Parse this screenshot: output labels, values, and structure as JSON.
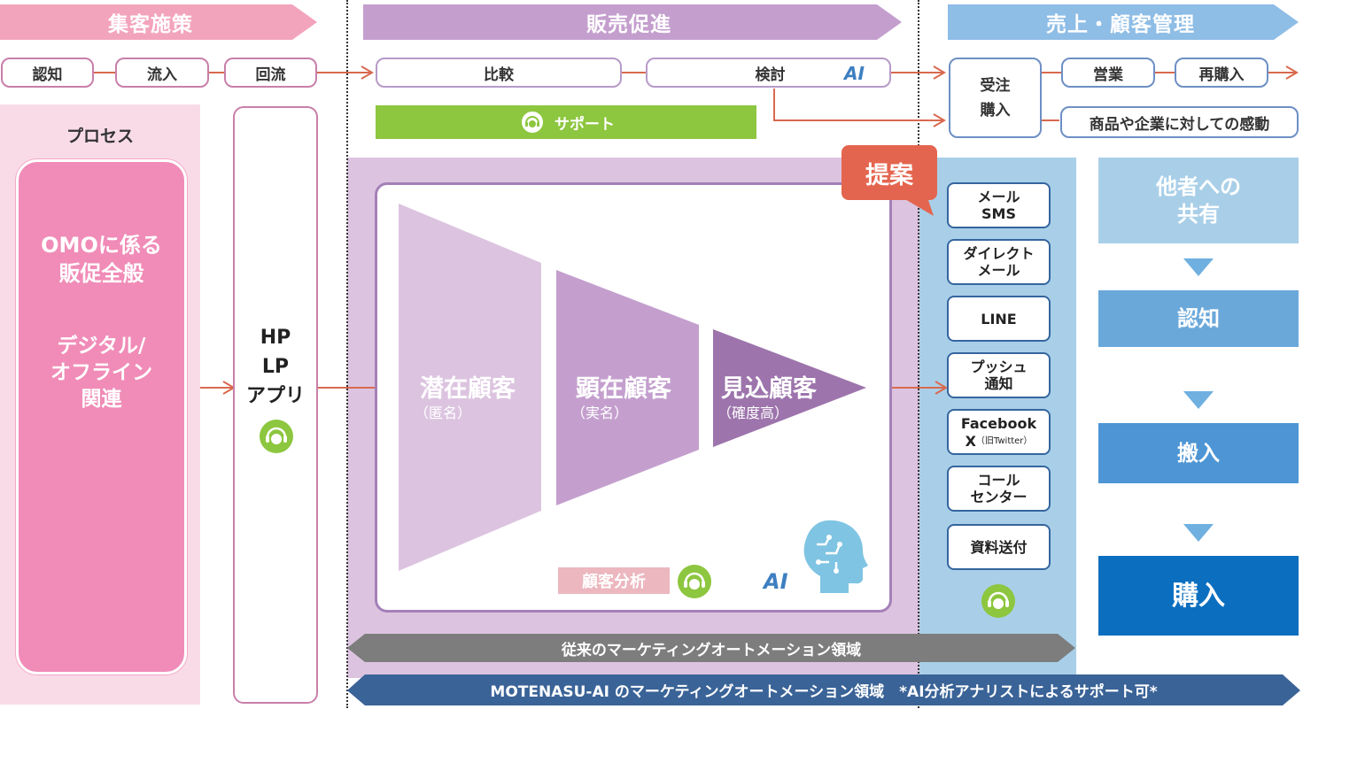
{
  "header": {
    "phase1": "集客施策",
    "phase2": "販売促進",
    "phase3": "売上・顧客管理"
  },
  "stages": {
    "ninchi": "認知",
    "ryunyu": "流入",
    "kairyu": "回流",
    "hikaku": "比較",
    "kento": "検討",
    "juchu": "受注\n購入",
    "eigyo": "営業",
    "saikonyu": "再購入",
    "kando": "商品や企業に対しての感動"
  },
  "ai_label": "AI",
  "support_bar": "サポート",
  "process": {
    "title": "プロセス",
    "line1": "OMOに係る\n販促全般",
    "line2": "デジタル/\nオフライン\n関連"
  },
  "hp_box": "HP\nLP\nアプリ",
  "proposal": "提案",
  "funnel": [
    {
      "main": "潜在顧客",
      "sub": "（匿名）"
    },
    {
      "main": "顕在顧客",
      "sub": "（実名）"
    },
    {
      "main": "見込顧客",
      "sub": "（確度高）"
    }
  ],
  "analysis_label": "顧客分析",
  "channels": [
    "メール\nSMS",
    "ダイレクト\nメール",
    "LINE",
    "プッシュ\n通知",
    "Facebook",
    "コール\nセンター",
    "資料送付"
  ],
  "channel_x": "X",
  "channel_x_note": "（旧Twitter）",
  "right_column": {
    "share": "他者への\n共有",
    "ninchi": "認知",
    "hannyu": "搬入",
    "konyu": "購入"
  },
  "bars": {
    "traditional": "従来のマーケティングオートメーション領域",
    "motenasu": "MOTENASU-AI のマーケティングオートメーション領域　*AI分析アナリストによるサポート可*"
  },
  "colors": {
    "pink_banner": "#f0a0b8",
    "purple_banner": "#c49fce",
    "blue_banner": "#8ebde6",
    "arrow": "#d9694f",
    "support_green": "#8dc63f",
    "buy_blue": "#0b6ebf"
  }
}
